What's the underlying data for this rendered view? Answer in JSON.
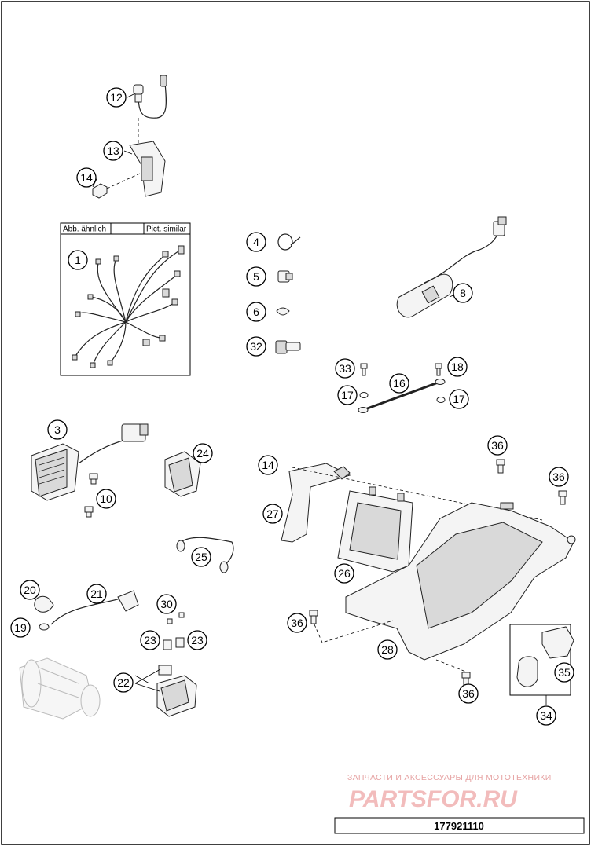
{
  "callouts": [
    {
      "id": "c12",
      "label": "12"
    },
    {
      "id": "c13",
      "label": "13"
    },
    {
      "id": "c14a",
      "label": "14"
    },
    {
      "id": "c1",
      "label": "1"
    },
    {
      "id": "c4",
      "label": "4"
    },
    {
      "id": "c5",
      "label": "5"
    },
    {
      "id": "c6",
      "label": "6"
    },
    {
      "id": "c32",
      "label": "32"
    },
    {
      "id": "c8",
      "label": "8"
    },
    {
      "id": "c33",
      "label": "33"
    },
    {
      "id": "c18",
      "label": "18"
    },
    {
      "id": "c16",
      "label": "16"
    },
    {
      "id": "c17a",
      "label": "17"
    },
    {
      "id": "c17b",
      "label": "17"
    },
    {
      "id": "c3",
      "label": "3"
    },
    {
      "id": "c24",
      "label": "24"
    },
    {
      "id": "c10",
      "label": "10"
    },
    {
      "id": "c36a",
      "label": "36"
    },
    {
      "id": "c36b",
      "label": "36"
    },
    {
      "id": "c14b",
      "label": "14"
    },
    {
      "id": "c27",
      "label": "27"
    },
    {
      "id": "c26",
      "label": "26"
    },
    {
      "id": "c25",
      "label": "25"
    },
    {
      "id": "c20",
      "label": "20"
    },
    {
      "id": "c21",
      "label": "21"
    },
    {
      "id": "c19",
      "label": "19"
    },
    {
      "id": "c30",
      "label": "30"
    },
    {
      "id": "c23a",
      "label": "23"
    },
    {
      "id": "c23b",
      "label": "23"
    },
    {
      "id": "c22",
      "label": "22"
    },
    {
      "id": "c36c",
      "label": "36"
    },
    {
      "id": "c28",
      "label": "28"
    },
    {
      "id": "c36d",
      "label": "36"
    },
    {
      "id": "c35",
      "label": "35"
    },
    {
      "id": "c34",
      "label": "34"
    }
  ],
  "harness_box": {
    "note_de": "Abb. ähnlich",
    "note_en": "Pict. similar"
  },
  "watermark": {
    "subtitle": "ЗАПЧАСТИ И АКСЕССУАРЫ ДЛЯ МОТОТЕХНИКИ",
    "brand": "PARTSFOR.RU"
  },
  "drawing_number": "177921110"
}
